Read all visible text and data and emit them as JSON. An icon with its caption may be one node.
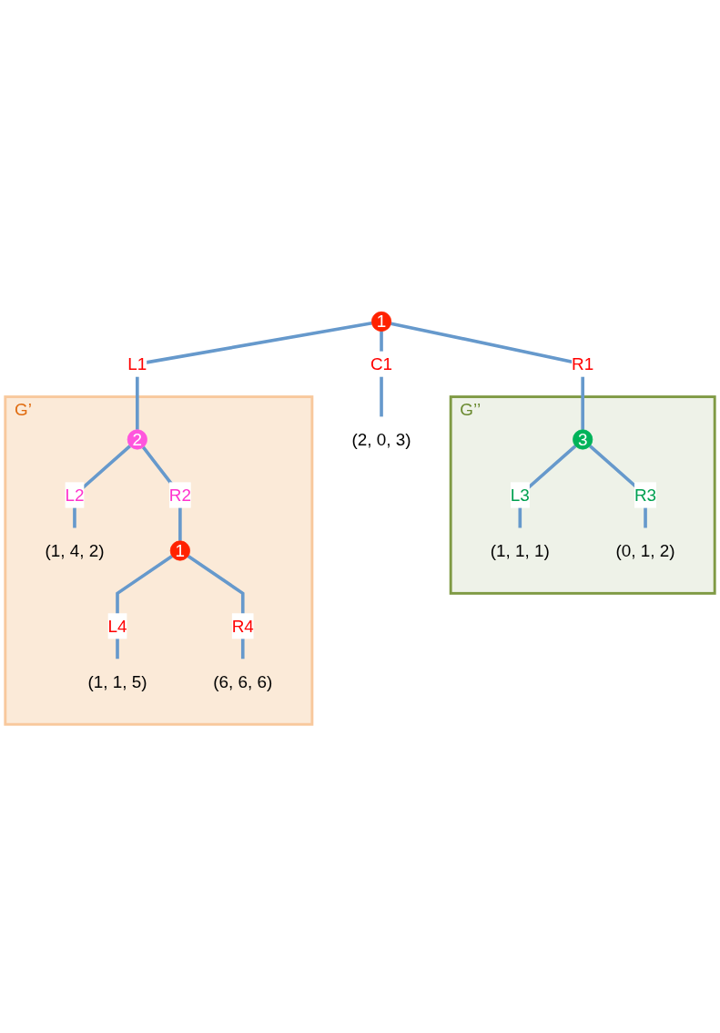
{
  "diagram": {
    "nodes": [
      {
        "text": [
          "1"
        ]
      },
      {
        "text": [
          "G’"
        ]
      },
      {
        "text": [
          "2"
        ],
        "in": 1
      },
      {
        "text": [
          "(1, 4, 2)"
        ],
        "in": 1
      },
      {
        "text": [
          "1"
        ],
        "in": 1
      },
      {
        "text": [
          "(1, 1, 5)"
        ],
        "in": 1
      },
      {
        "text": [
          "(6, 6, 6)"
        ],
        "in": 1
      },
      {
        "text": [
          "(2, 0, 3)"
        ]
      },
      {
        "text": [
          "G’’"
        ]
      },
      {
        "text": [
          "3"
        ],
        "in": 8
      },
      {
        "text": [
          "(1, 1, 1)"
        ],
        "in": 8
      },
      {
        "text": [
          "(0, 1, 2)"
        ],
        "in": 8
      }
    ],
    "edges": [
      {
        "from": 0,
        "to": 2,
        "arrow": "none",
        "label": "L1"
      },
      {
        "from": 0,
        "to": 7,
        "arrow": "none",
        "label": "C1"
      },
      {
        "from": 0,
        "to": 9,
        "arrow": "none",
        "label": "R1"
      },
      {
        "from": 2,
        "to": 3,
        "arrow": "none",
        "label": "L2"
      },
      {
        "from": 2,
        "to": 4,
        "arrow": "none",
        "label": "R2"
      },
      {
        "from": 4,
        "to": 5,
        "arrow": "none",
        "label": "L4"
      },
      {
        "from": 4,
        "to": 6,
        "arrow": "none",
        "label": "R4"
      },
      {
        "from": 9,
        "to": 10,
        "arrow": "none",
        "label": "L3"
      },
      {
        "from": 9,
        "to": 11,
        "arrow": "none",
        "label": "R3"
      }
    ]
  }
}
